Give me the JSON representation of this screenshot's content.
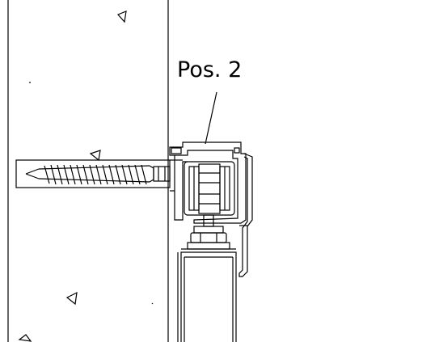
{
  "diagram": {
    "callout_label": "Pos. 2",
    "line_color": "#000000",
    "background_color": "#ffffff",
    "components": [
      "wall-section",
      "wood-screw",
      "top-track-profile",
      "roller-carriage",
      "hanger-bolt",
      "door-panel"
    ]
  }
}
